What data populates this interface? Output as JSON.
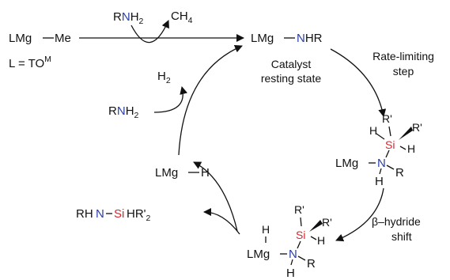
{
  "scheme": {
    "start": {
      "reagent": "LMg",
      "methyl": "Me",
      "ligand_def": "L = TO",
      "ligand_sup": "M"
    },
    "activation": {
      "amine_R": "R",
      "amine_N": "N",
      "amine_H": "H",
      "amine_sub": "2",
      "byproduct": "CH",
      "byproduct_sub": "4"
    },
    "resting_state": {
      "lmg": "LMg",
      "n": "N",
      "hr": "HR",
      "caption_line1": "Catalyst",
      "caption_line2": "resting state"
    },
    "rate_limiting": {
      "line1": "Rate-limiting",
      "line2": "step"
    },
    "silane_adduct": {
      "h": "H",
      "r1": "R'",
      "r2": "R'",
      "si": "Si",
      "h2": "H",
      "lmg": "LMg",
      "n": "N",
      "r": "R",
      "nh": "H"
    },
    "beta_shift": {
      "beta": "β",
      "line1": "–hydride",
      "line2": "shift"
    },
    "transition": {
      "h_mg": "H",
      "r1": "R'",
      "r2": "R'",
      "si": "Si",
      "h_si": "H",
      "lmg": "LMg",
      "n": "N",
      "r": "R",
      "nh": "H"
    },
    "product": {
      "rh": "RH",
      "n": "N",
      "si": "Si",
      "tail": "HR'",
      "sub": "2"
    },
    "hydride": {
      "lmg": "LMg",
      "h": "H"
    },
    "regen": {
      "amine_R": "R",
      "amine_N": "N",
      "amine_H": "H",
      "amine_sub": "2",
      "h2": "H",
      "h2_sub": "2"
    }
  }
}
